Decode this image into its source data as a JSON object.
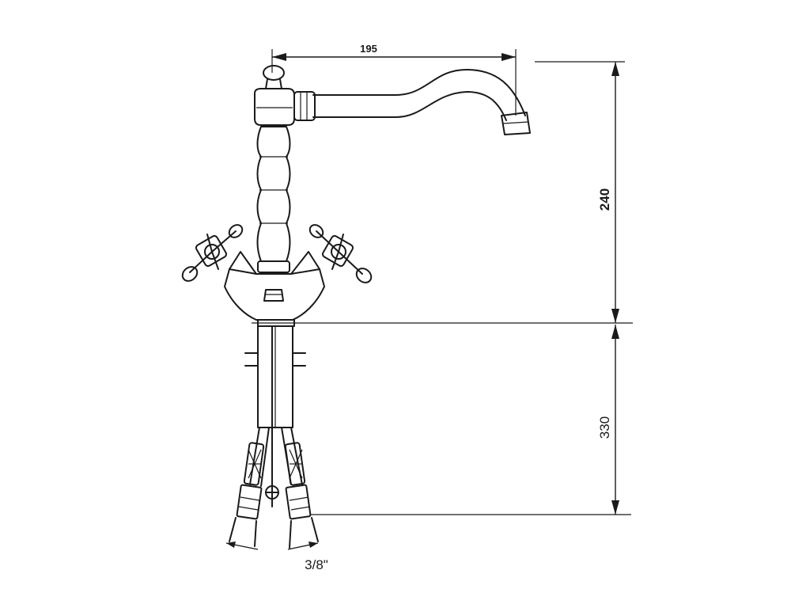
{
  "dimensions": {
    "spout_reach": "195",
    "spout_height": "240",
    "hose_length": "330",
    "hose_thread": "3/8\""
  },
  "colors": {
    "line": "#1a1a1a",
    "background": "#ffffff"
  }
}
